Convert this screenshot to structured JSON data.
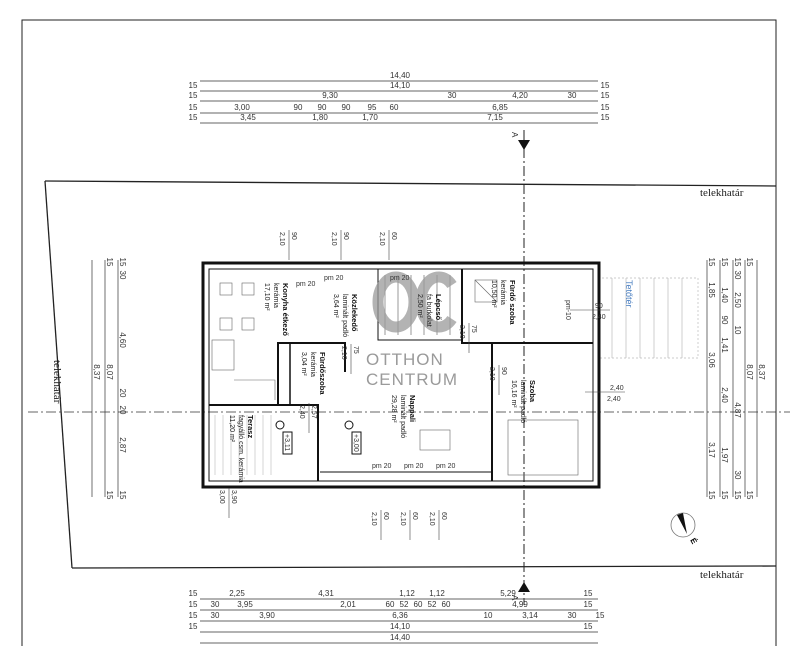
{
  "boundary_label": "telekhatár",
  "section_marker": "A",
  "roof_label": "Tetőtér",
  "compass_letter": "É",
  "watermark": {
    "logo": "OC",
    "line1": "OTTHON",
    "line2": "CENTRUM"
  },
  "levels": [
    "+3,11",
    "+3,00"
  ],
  "rooms": [
    {
      "name": "Konyha étkező",
      "floor": "kerámia",
      "area": "17,10 m²"
    },
    {
      "name": "Közlekedő",
      "floor": "laminált padló",
      "area": "3,64 m²"
    },
    {
      "name": "Lépcső",
      "floor": "fa burkolat",
      "area": "2,50 m²"
    },
    {
      "name": "Fürdőszoba",
      "floor": "kerámia",
      "area": "3,04 m²"
    },
    {
      "name": "Terasz",
      "floor": "fagyálló csm. kerámia",
      "area": "11,20 m²"
    },
    {
      "name": "Nappali",
      "floor": "laminált padló",
      "area": "29,28 m²"
    },
    {
      "name": "Fürdő szoba",
      "floor": "kerámia",
      "area": "10,50 m²"
    },
    {
      "name": "Szoba",
      "floor": "laminált padló",
      "area": "16,16 m²"
    }
  ],
  "openings": [
    {
      "w": "90",
      "h": "2,10"
    },
    {
      "w": "90",
      "h": "2,10"
    },
    {
      "w": "60",
      "h": "2,10"
    },
    {
      "w": "60",
      "h": "2,10"
    },
    {
      "w": "60",
      "h": "2,10"
    },
    {
      "w": "60",
      "h": "2,10"
    },
    {
      "w": "3,90",
      "h": "3,00"
    },
    {
      "w": "75",
      "h": "2,10"
    },
    {
      "w": "2,57",
      "h": "2,40"
    },
    {
      "w": "90",
      "h": "2,10"
    },
    {
      "w": "75",
      "h": "2,10"
    },
    {
      "w": "90",
      "h": "2,40"
    },
    {
      "w": "2,40",
      "h": "2,40"
    }
  ],
  "parapets": [
    "pm 20",
    "pm 20",
    "pm 20",
    "pm 20",
    "pm 20",
    "pm 20",
    "pm-10"
  ],
  "dimensions": {
    "top": [
      [
        "14,40"
      ],
      [
        "15",
        "14,10",
        "15"
      ],
      [
        "15",
        "9,30",
        "30",
        "4,20",
        "30",
        "15"
      ],
      [
        "15",
        "3,00",
        "90",
        "90",
        "90",
        "95",
        "60",
        "6,85",
        "15"
      ],
      [
        "15",
        "3,45",
        "1,80",
        "1,70",
        "7,15",
        "15"
      ]
    ],
    "bottom": [
      [
        "15",
        "2,25",
        "4,31",
        "1,12",
        "1,12",
        "5,29",
        "15"
      ],
      [
        "15",
        "30",
        "3,95",
        "2,01",
        "60",
        "52",
        "60",
        "52",
        "60",
        "4,99",
        "15"
      ],
      [
        "15",
        "30",
        "3,90",
        "6,36",
        "10",
        "3,14",
        "30",
        "15"
      ],
      [
        "15",
        "14,10",
        "15"
      ],
      [
        "14,40"
      ]
    ],
    "left": [
      [
        "8,37"
      ],
      [
        "15",
        "8,07",
        "15"
      ],
      [
        "15",
        "30",
        "4,60",
        "20",
        "20",
        "2,87",
        "15"
      ]
    ],
    "right": [
      [
        "15",
        "1,85",
        "3,06",
        "3,17",
        "15"
      ],
      [
        "15",
        "1,40",
        "90",
        "1,41",
        "2,40",
        "1,97",
        "15"
      ],
      [
        "15",
        "30",
        "2,50",
        "10",
        "4,87",
        "30",
        "15"
      ],
      [
        "15",
        "8,07",
        "15"
      ],
      [
        "8,37"
      ]
    ]
  }
}
